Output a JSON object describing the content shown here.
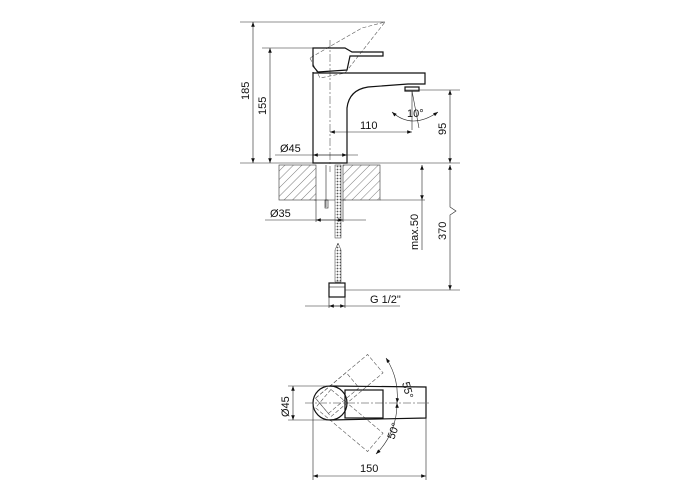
{
  "title": "Basin mixer technical drawing",
  "side_view": {
    "height_total": "185",
    "height_body": "155",
    "spout_reach": "110",
    "spout_height": "95",
    "body_diameter": "Ø45",
    "spout_angle": "10°",
    "hole_diameter": "Ø35",
    "max_countertop": "max.50",
    "hose_length": "370",
    "connection": "G 1/2\""
  },
  "top_view": {
    "body_diameter": "Ø45",
    "length": "150",
    "angle_hot": "55°",
    "angle_cold": "50°"
  },
  "colors": {
    "line": "#111111",
    "background": "#ffffff"
  }
}
